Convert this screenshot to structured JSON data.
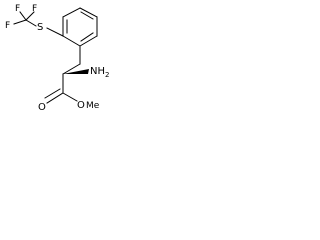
{
  "molecule": {
    "atoms": {
      "fluorine_top_left": "F",
      "fluorine_top_right": "F",
      "fluorine_left": "F",
      "sulfur": "S",
      "amine_n": "NH",
      "amine_sub": "2",
      "carbonyl_o": "O",
      "ester_o": "O",
      "ester_me": "Me"
    }
  }
}
